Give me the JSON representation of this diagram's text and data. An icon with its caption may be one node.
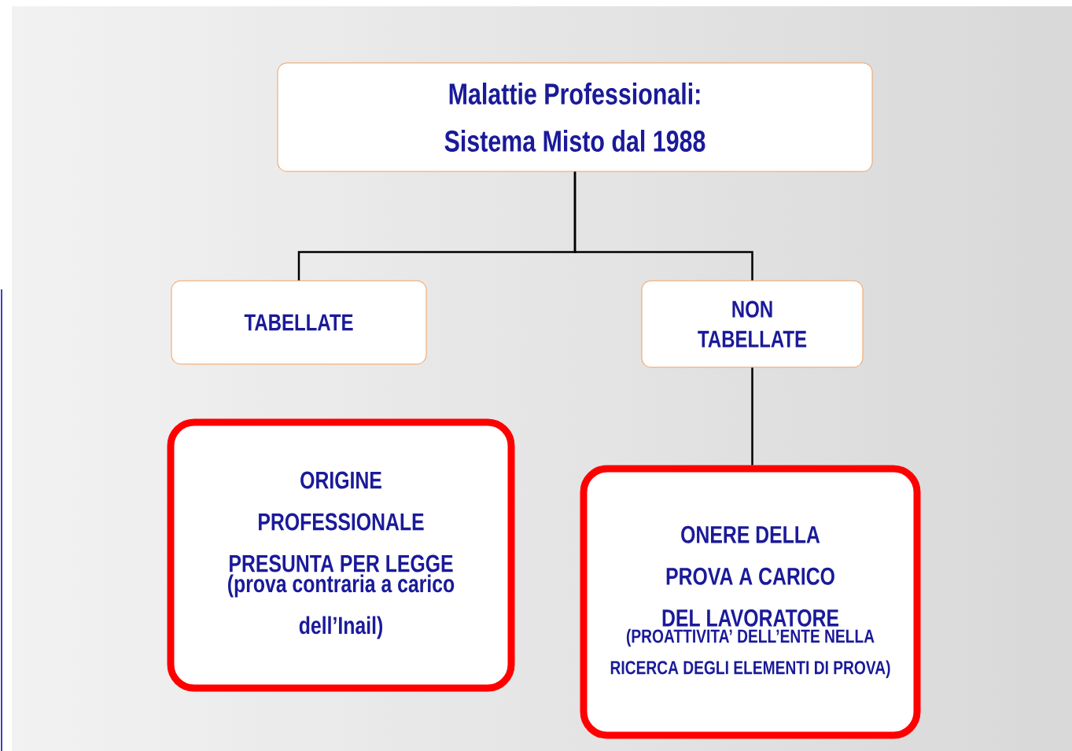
{
  "diagram": {
    "nodes": [
      {
        "text": [
          "Malattie Professionali: Sistema Misto dal 1988"
        ]
      },
      {
        "text": [
          "TABELLATE"
        ]
      },
      {
        "text": [
          "NON TABELLATE"
        ]
      },
      {
        "text": [
          "ORIGINE PROFESSIONALE PRESUNTA PER LEGGE",
          "(prova contraria a carico dell’Inail)"
        ]
      },
      {
        "text": [
          "ONERE DELLA PROVA A CARICO DEL LAVORATORE",
          "(PROATTIVITA’ DELL’ENTE NELLA RICERCA DEGLI ELEMENTI DI PROVA)"
        ]
      }
    ],
    "edges": [
      {
        "from": 0,
        "to": 1,
        "arrow": "none"
      },
      {
        "from": 0,
        "to": 2,
        "arrow": "none"
      },
      {
        "from": 2,
        "to": 4,
        "arrow": "none"
      }
    ]
  }
}
